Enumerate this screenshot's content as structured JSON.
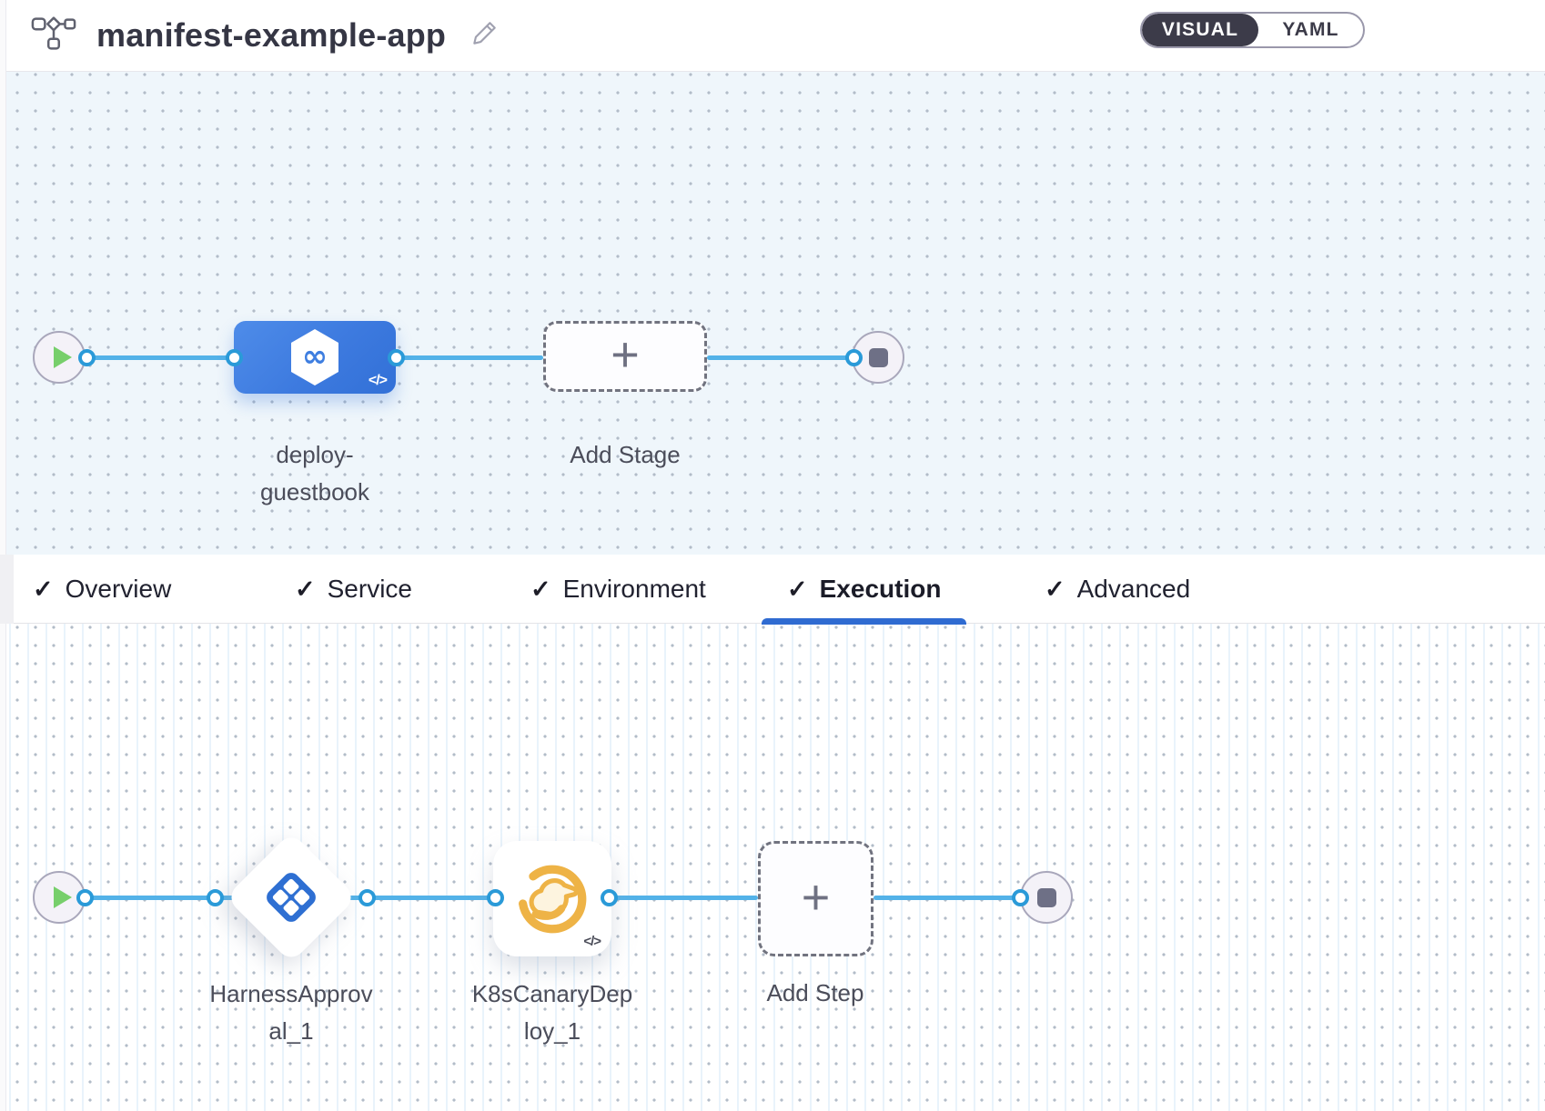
{
  "header": {
    "title": "manifest-example-app",
    "view_toggle": {
      "options": [
        "VISUAL",
        "YAML"
      ],
      "selected": "VISUAL"
    }
  },
  "stage_pipeline": {
    "stage_name": "deploy-guestbook",
    "add_stage_label": "Add Stage"
  },
  "tabs": [
    {
      "label": "Overview"
    },
    {
      "label": "Service"
    },
    {
      "label": "Environment"
    },
    {
      "label": "Execution"
    },
    {
      "label": "Advanced"
    }
  ],
  "active_tab": "Execution",
  "execution_pipeline": {
    "steps": [
      {
        "name": "HarnessApproval_1",
        "type": "harness-approval"
      },
      {
        "name": "K8sCanaryDeploy_1",
        "type": "k8s-canary-deploy"
      }
    ],
    "add_step_label": "Add Step"
  },
  "icons": {
    "check": "✓",
    "plus": "+",
    "code": "</>",
    "infinity": "∞"
  },
  "colors": {
    "tab_underline_blue": "#2f6bd1",
    "connector_blue": "#53b2e8",
    "connector_dot_blue": "#2a9ad8",
    "stage_node_blue": "#3d7adf",
    "approval_icon_blue": "#2e6fd2",
    "canary_amber": "#eeb346",
    "play_green": "#77cf6b",
    "canvas_top_bg": "#eff6fb",
    "canvas_dot": "#b2bcc8"
  }
}
